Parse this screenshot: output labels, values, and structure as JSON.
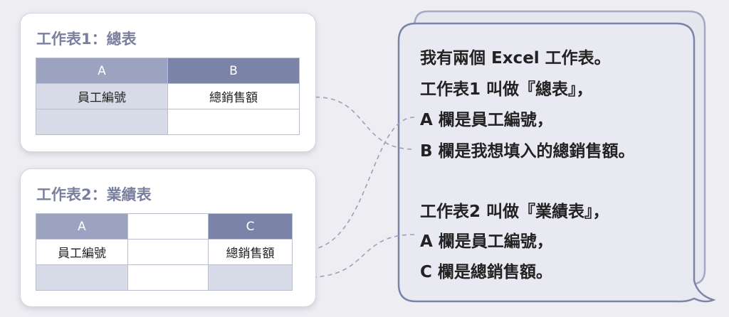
{
  "sheet1": {
    "title": "工作表1：總表",
    "headers": [
      "A",
      "B"
    ],
    "row1": [
      "員工編號",
      "總銷售額"
    ]
  },
  "sheet2": {
    "title": "工作表2：業績表",
    "headers": [
      "A",
      "",
      "C"
    ],
    "row1": [
      "員工編號",
      "",
      "總銷售額"
    ]
  },
  "bubble": {
    "lines": [
      "我有兩個 Excel 工作表。",
      "工作表1 叫做『總表』，",
      "A 欄是員工編號，",
      "B 欄是我想填入的總銷售額。",
      "工作表2 叫做『業績表』，",
      "A 欄是員工編號，",
      "C 欄是總銷售額。"
    ]
  }
}
